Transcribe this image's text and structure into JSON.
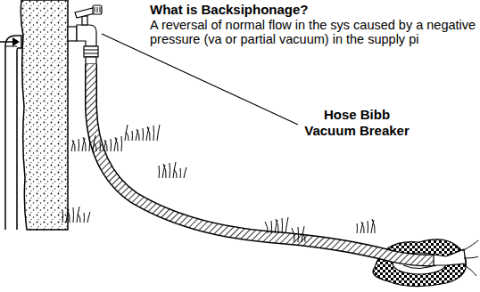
{
  "diagram": {
    "title": "What is Backsiphonage?",
    "labels": [
      "A reversal of normal flow in the sys caused by a negative pressure (va or partial vacuum) in the supply pi",
      "Hose Bibb Vacuum Breaker"
    ]
  }
}
